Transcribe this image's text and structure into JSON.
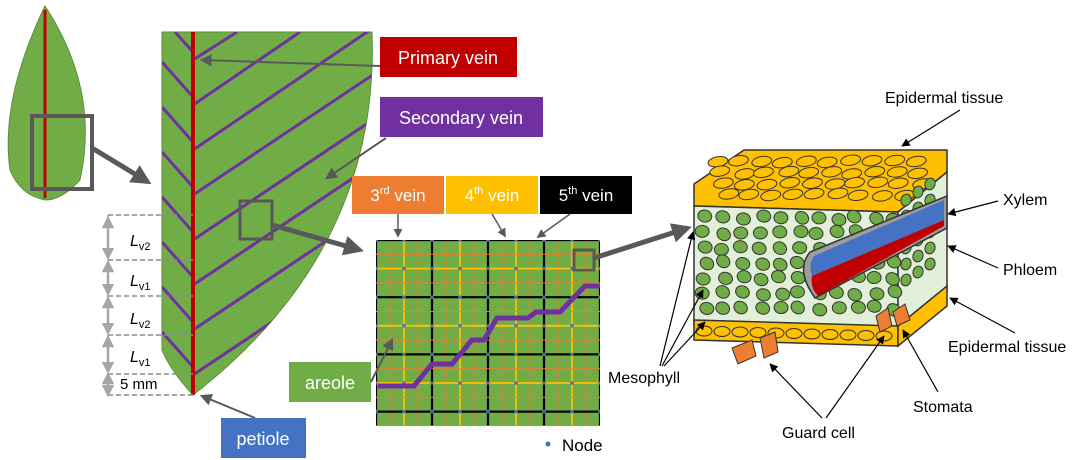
{
  "labels": {
    "primary_vein": "Primary vein",
    "secondary_vein": "Secondary vein",
    "vein3_num": "3",
    "vein3_sup": "rd",
    "vein3_word": " vein",
    "vein4_num": "4",
    "vein4_sup": "th",
    "vein4_word": " vein",
    "vein5_num": "5",
    "vein5_sup": "th",
    "vein5_word": " vein",
    "areole": "areole",
    "petiole": "petiole",
    "node": "Node",
    "five_mm": "5 mm",
    "lv_main": "L",
    "lv2_sub": "v2",
    "lv1_sub": "v1",
    "epidermal_top": "Epidermal tissue",
    "epidermal_bottom": "Epidermal tissue",
    "xylem": "Xylem",
    "phloem": "Phloem",
    "mesophyll": "Mesophyll",
    "stomata": "Stomata",
    "guard_cell": "Guard cell"
  },
  "colors": {
    "leaf_green": "#70ad47",
    "primary_vein": "#c00000",
    "secondary_vein": "#7030a0",
    "third_vein": "#ed7d31",
    "fourth_vein": "#ffc000",
    "fifth_vein": "#000000",
    "petiole_box": "#4472c4",
    "xylem": "#4472c4",
    "phloem": "#c00000",
    "epidermis": "#ffc000",
    "guard_cell": "#ed7d31"
  }
}
